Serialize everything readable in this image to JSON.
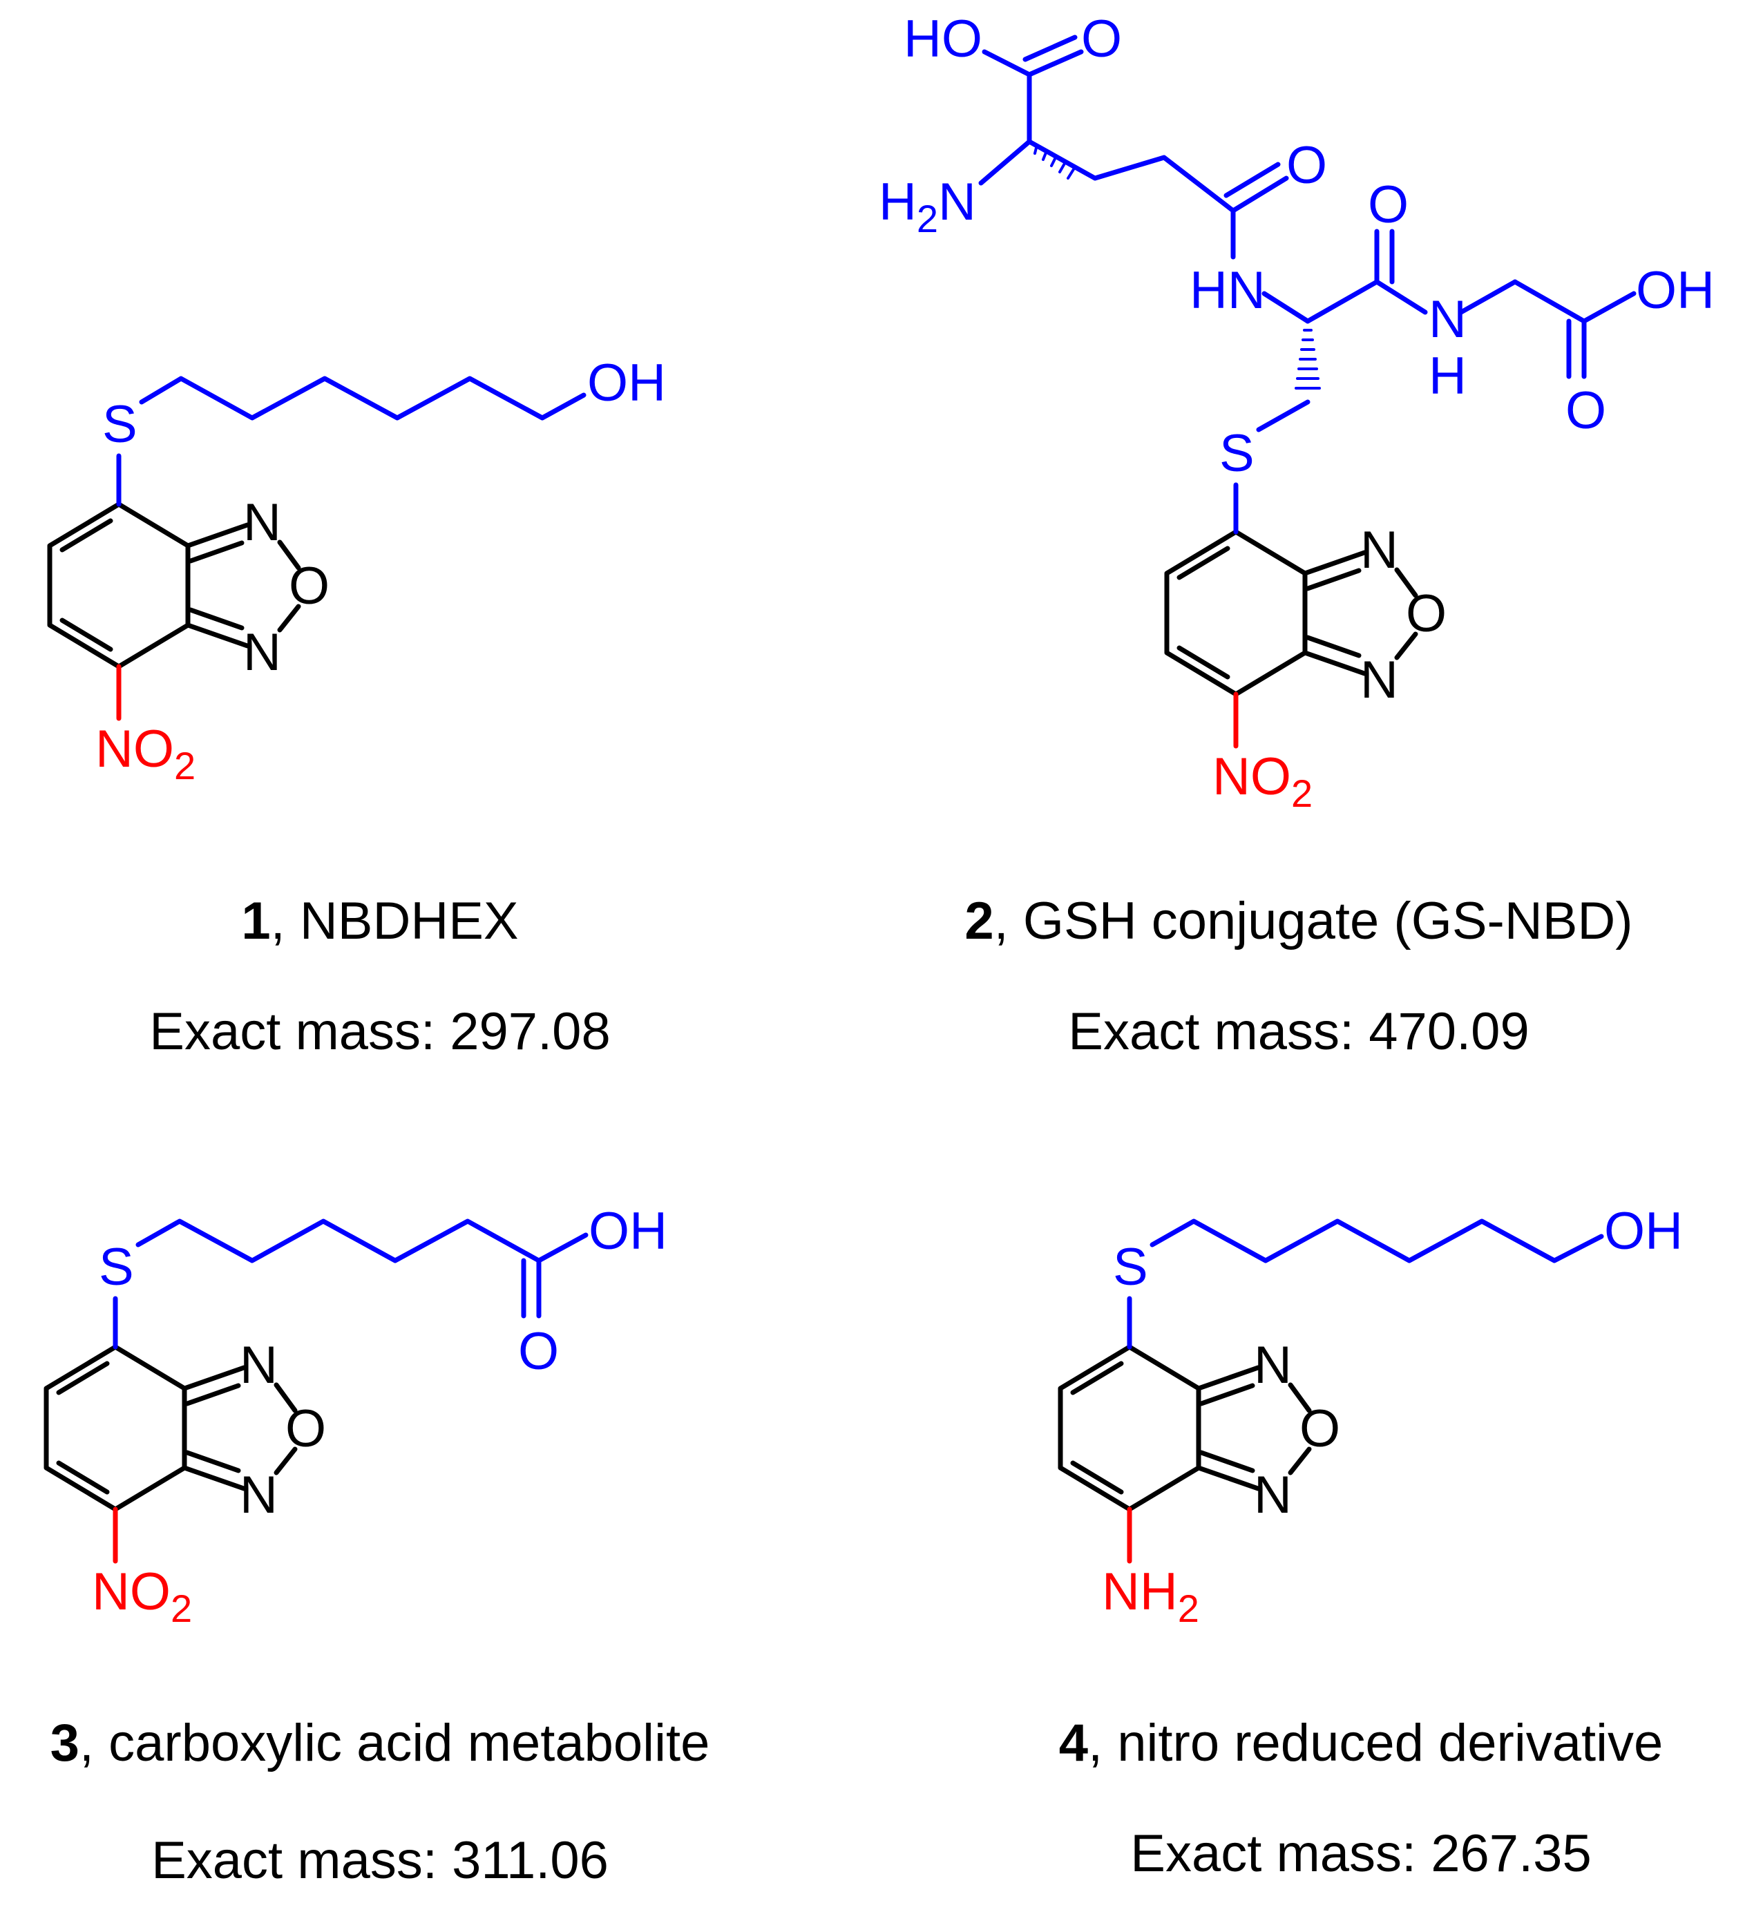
{
  "colors": {
    "scaffold": "#000000",
    "side_chain": "#0000ff",
    "substituent": "#ff0000"
  },
  "compounds": [
    {
      "number": "1",
      "name": ", NBDHEX",
      "mass": "Exact mass: 297.08",
      "atoms": {
        "S": "S",
        "OH": "OH",
        "N_top": "N",
        "O_ring": "O",
        "N_bottom": "N",
        "sub_main": "NO",
        "sub_index": "2"
      }
    },
    {
      "number": "2",
      "name": ", GSH conjugate (GS-NBD)",
      "mass": "Exact mass: 470.09",
      "atoms": {
        "HO": "HO",
        "O_acid": "O",
        "H2N_H": "H",
        "H2N_index": "2",
        "H2N_N": "N",
        "O_amide1": "O",
        "HN": "HN",
        "O_amide2": "O",
        "NH_N": "N",
        "NH_H": "H",
        "OH": "OH",
        "O_gly": "O",
        "S": "S",
        "N_top": "N",
        "O_ring": "O",
        "N_bottom": "N",
        "sub_main": "NO",
        "sub_index": "2"
      }
    },
    {
      "number": "3",
      "name": ", carboxylic acid metabolite",
      "mass": "Exact mass: 311.06",
      "atoms": {
        "S": "S",
        "OH": "OH",
        "O_carbonyl": "O",
        "N_top": "N",
        "O_ring": "O",
        "N_bottom": "N",
        "sub_main": "NO",
        "sub_index": "2"
      }
    },
    {
      "number": "4",
      "name": ", nitro reduced derivative",
      "mass": "Exact mass: 267.35",
      "atoms": {
        "S": "S",
        "OH": "OH",
        "N_top": "N",
        "O_ring": "O",
        "N_bottom": "N",
        "sub_main": "NH",
        "sub_index": "2"
      }
    }
  ]
}
